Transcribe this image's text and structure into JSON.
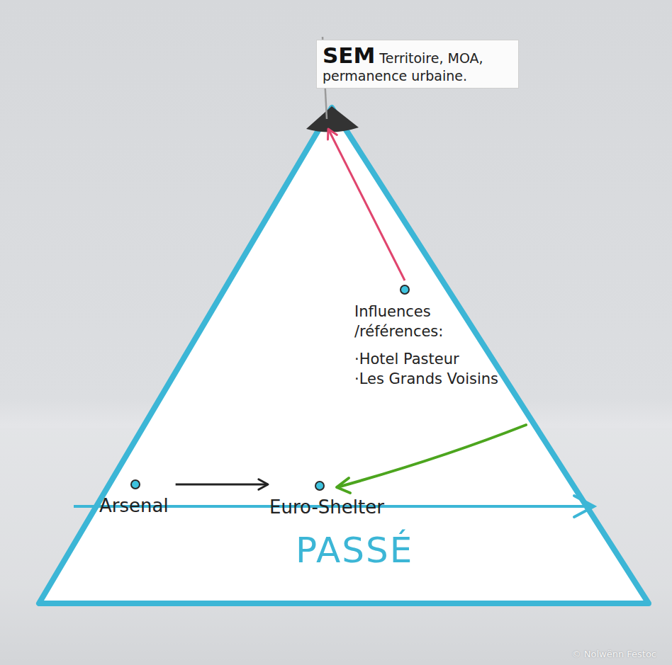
{
  "diagram": {
    "nodes": [
      {
        "text": [
          "SEM",
          "Territoire, MOA, permanence urbaine."
        ]
      },
      {
        "text": [
          "Influences /références:",
          "·Hotel Pasteur",
          "·Les Grands Voisins"
        ]
      },
      {
        "text": [
          "Arsenal"
        ]
      },
      {
        "text": [
          "Euro-Shelter"
        ]
      }
    ],
    "edges": [
      {
        "from": 2,
        "to": 3,
        "arrow": "to"
      },
      {
        "from": 1,
        "to": 0,
        "arrow": "to"
      }
    ],
    "labels": [
      "PASSÉ",
      "© Nolwënn Festoc"
    ]
  }
}
